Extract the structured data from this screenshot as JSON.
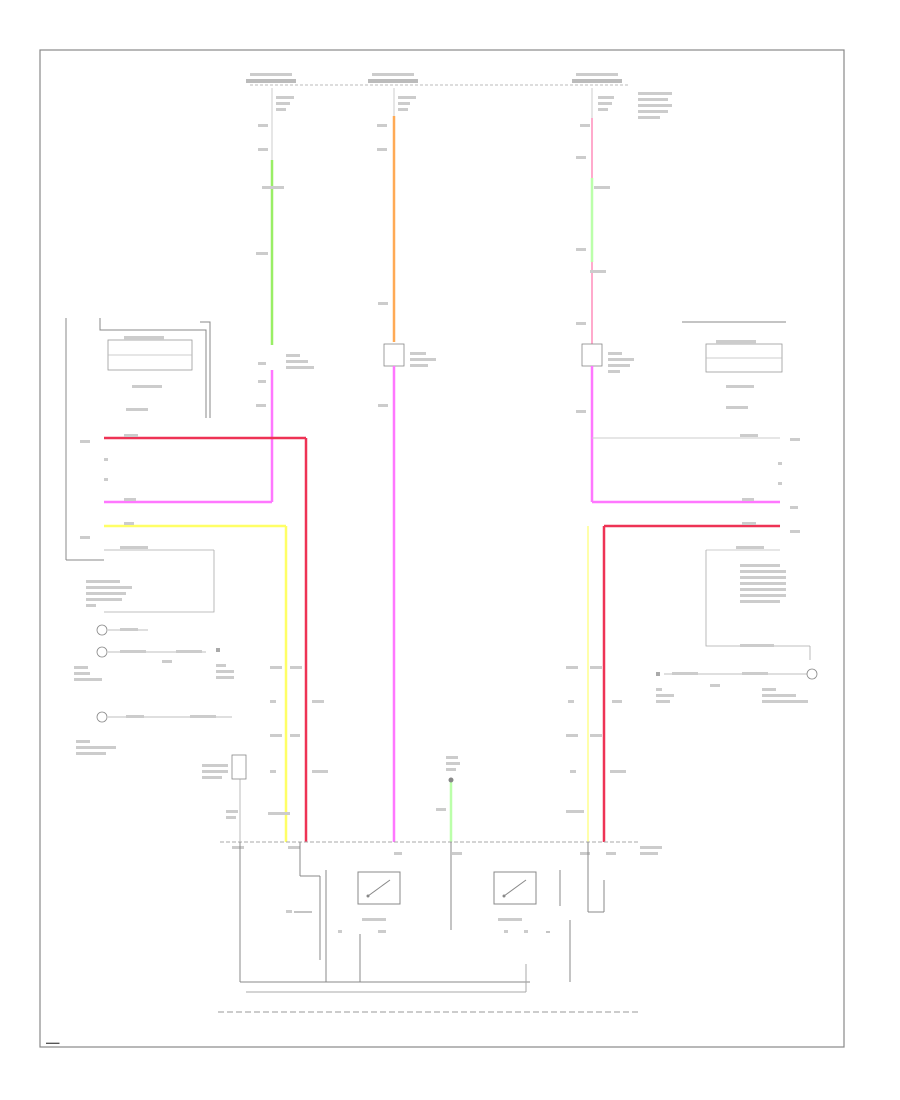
{
  "colors": {
    "frame": "#888888",
    "wire_thin": "#999999",
    "green": "#99ee66",
    "orange": "#ffaa55",
    "violet": "#ff77ff",
    "red": "#ee3355",
    "pink": "#ffaacc",
    "yellow": "#ffff66",
    "light_green": "#bbffaa"
  },
  "diagram": {
    "footer_mark": "▬▬▬",
    "wires": [
      {
        "name": "left-upper-wire",
        "color": "green"
      },
      {
        "name": "center-upper-wire",
        "color": "orange"
      },
      {
        "name": "right-upper-wire",
        "color": "light_green"
      },
      {
        "name": "left-lower-wire",
        "color": "violet"
      },
      {
        "name": "center-lower-wire",
        "color": "violet"
      },
      {
        "name": "right-lower-wire",
        "color": "violet"
      },
      {
        "name": "left-red-wire",
        "color": "red"
      },
      {
        "name": "right-red-wire",
        "color": "red"
      },
      {
        "name": "left-yellow-wire",
        "color": "yellow"
      },
      {
        "name": "ground-wire",
        "color": "light_green"
      }
    ]
  }
}
